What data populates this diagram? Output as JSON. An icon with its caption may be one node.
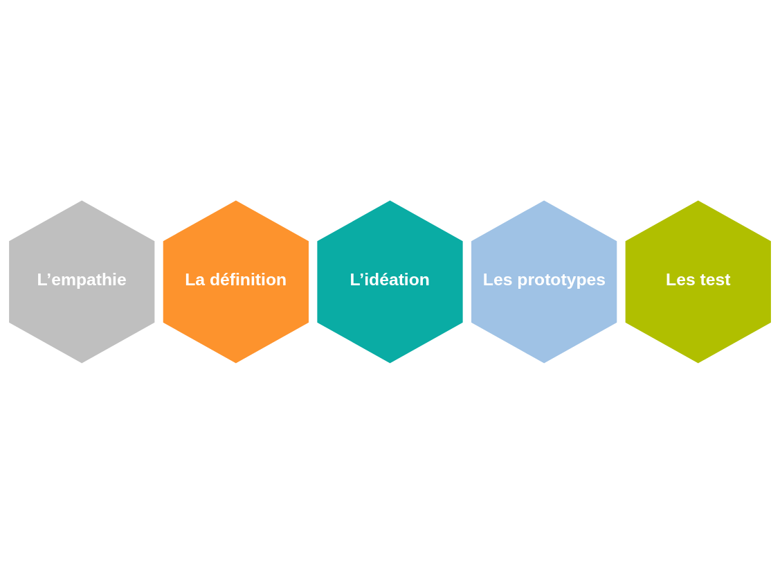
{
  "diagram": {
    "nodes": [
      {
        "text": [
          "L’empathie"
        ]
      },
      {
        "text": [
          "La définition"
        ]
      },
      {
        "text": [
          "L’idéation"
        ]
      },
      {
        "text": [
          "Les prototypes"
        ]
      },
      {
        "text": [
          "Les test"
        ]
      }
    ]
  }
}
